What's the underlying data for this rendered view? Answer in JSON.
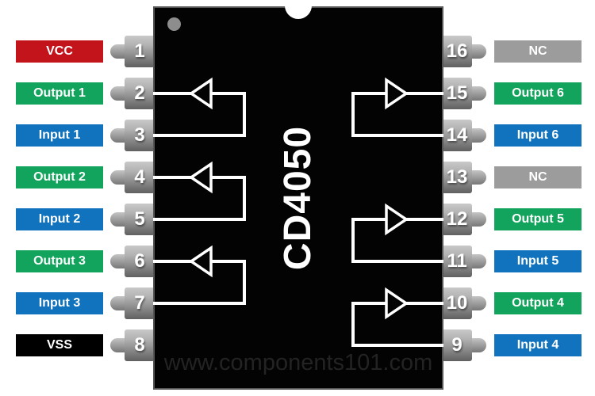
{
  "chip": {
    "name": "CD4050",
    "watermark": "www.components101.com"
  },
  "colors": {
    "power": "#c3141c",
    "output": "#12a45c",
    "input": "#1173bd",
    "nc": "#9c9c9c",
    "ground": "#000000",
    "chip_body": "#030303",
    "pin_metal": "#a9a9a9",
    "gate_line": "#ffffff"
  },
  "left_pins": [
    {
      "number": "1",
      "label": "VCC",
      "type": "power"
    },
    {
      "number": "2",
      "label": "Output 1",
      "type": "output"
    },
    {
      "number": "3",
      "label": "Input 1",
      "type": "input"
    },
    {
      "number": "4",
      "label": "Output 2",
      "type": "output"
    },
    {
      "number": "5",
      "label": "Input 2",
      "type": "input"
    },
    {
      "number": "6",
      "label": "Output 3",
      "type": "output"
    },
    {
      "number": "7",
      "label": "Input 3",
      "type": "input"
    },
    {
      "number": "8",
      "label": "VSS",
      "type": "ground"
    }
  ],
  "right_pins": [
    {
      "number": "16",
      "label": "NC",
      "type": "nc"
    },
    {
      "number": "15",
      "label": "Output 6",
      "type": "output"
    },
    {
      "number": "14",
      "label": "Input 6",
      "type": "input"
    },
    {
      "number": "13",
      "label": "NC",
      "type": "nc"
    },
    {
      "number": "12",
      "label": "Output 5",
      "type": "output"
    },
    {
      "number": "11",
      "label": "Input 5",
      "type": "input"
    },
    {
      "number": "10",
      "label": "Output 4",
      "type": "output"
    },
    {
      "number": "9",
      "label": "Input 4",
      "type": "input"
    }
  ],
  "buffer_gates": {
    "left_pairs": [
      [
        "2",
        "3"
      ],
      [
        "4",
        "5"
      ],
      [
        "6",
        "7"
      ]
    ],
    "right_pairs": [
      [
        "15",
        "14"
      ],
      [
        "12",
        "11"
      ],
      [
        "10",
        "9"
      ]
    ]
  }
}
